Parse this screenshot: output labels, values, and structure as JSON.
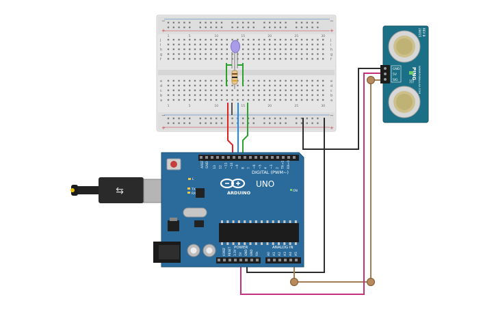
{
  "arduino": {
    "brand": "ARDUINO",
    "model": "UNO",
    "digital_label": "DIGITAL (PWM~)",
    "power_label": "POWER",
    "analog_label": "ANALOG IN",
    "on_label": "ON",
    "tx_label": "TX",
    "rx_label": "RX",
    "l_label": "L",
    "aref_label": "AREF",
    "gnd_label": "GND",
    "digital_pins": [
      "13",
      "12",
      "~11",
      "~10",
      "~9",
      "8",
      "7",
      "~6",
      "~5",
      "4",
      "~3",
      "2",
      "TX→1",
      "RX←0"
    ],
    "power_pins": [
      "IOREF",
      "RESET",
      "3.3V",
      "5V",
      "GND",
      "GND",
      "Vin"
    ],
    "analog_pins": [
      "A0",
      "A1",
      "A2",
      "A3",
      "A4",
      "A5"
    ]
  },
  "sensor": {
    "name": "PING",
    "pins": [
      "GND",
      "5V",
      "SIG"
    ],
    "url": "WWW.PARALLAX.COM",
    "part_number": "28015",
    "rev": "REV B"
  },
  "breadboard": {
    "row_letters": [
      "j",
      "i",
      "h",
      "g",
      "f",
      "e",
      "d",
      "c",
      "b",
      "a"
    ],
    "column_numbers": [
      "1",
      "5",
      "10",
      "15",
      "20",
      "25",
      "30"
    ],
    "rail_plus": "+",
    "rail_minus": "−"
  },
  "colors": {
    "board_blue": "#2a6b9c",
    "wire_red": "#e0201b",
    "wire_blue": "#1e88e5",
    "wire_green": "#2ca02c",
    "wire_black": "#2b2b2b",
    "wire_brown": "#a67c52",
    "wire_magenta": "#c2307a",
    "sensor_teal": "#1b6f86",
    "led_purple": "#9e8fe0"
  }
}
